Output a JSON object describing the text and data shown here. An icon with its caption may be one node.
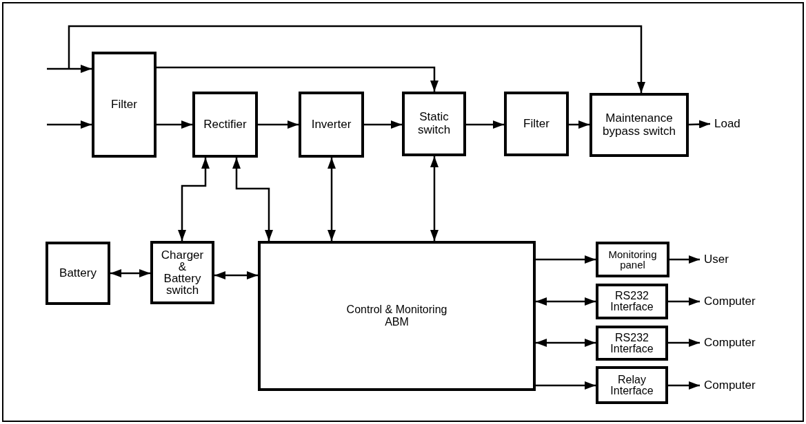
{
  "diagram": {
    "nodes": [
      {
        "text": [
          "Filter"
        ]
      },
      {
        "text": [
          "Rectifier"
        ]
      },
      {
        "text": [
          "Inverter"
        ]
      },
      {
        "text": [
          "Static switch"
        ]
      },
      {
        "text": [
          "Filter"
        ]
      },
      {
        "text": [
          "Maintenance bypass switch"
        ]
      },
      {
        "text": [
          "Load"
        ]
      },
      {
        "text": [
          "Battery"
        ]
      },
      {
        "text": [
          "Charger & Battery switch"
        ]
      },
      {
        "text": [
          "Control & Monitoring ABM"
        ]
      },
      {
        "text": [
          "Monitoring panel"
        ]
      },
      {
        "text": [
          "RS232 Interface"
        ]
      },
      {
        "text": [
          "RS232 Interface"
        ]
      },
      {
        "text": [
          "Relay Interface"
        ]
      },
      {
        "text": [
          "User"
        ]
      },
      {
        "text": [
          "Computer"
        ]
      },
      {
        "text": [
          "Computer"
        ]
      },
      {
        "text": [
          "Computer"
        ]
      }
    ],
    "edges": [
      {
        "from": null,
        "to": 0,
        "arrow": "to"
      },
      {
        "from": null,
        "to": 5,
        "arrow": "to"
      },
      {
        "from": null,
        "to": 0,
        "arrow": "to"
      },
      {
        "from": 0,
        "to": 3,
        "arrow": "to"
      },
      {
        "from": 0,
        "to": 1,
        "arrow": "to"
      },
      {
        "from": 1,
        "to": 2,
        "arrow": "to"
      },
      {
        "from": 2,
        "to": 3,
        "arrow": "to"
      },
      {
        "from": 3,
        "to": 4,
        "arrow": "to"
      },
      {
        "from": 4,
        "to": 5,
        "arrow": "to"
      },
      {
        "from": 5,
        "to": 6,
        "arrow": "to"
      },
      {
        "from": 8,
        "to": 1,
        "arrow": "both"
      },
      {
        "from": 1,
        "to": 9,
        "arrow": "both"
      },
      {
        "from": 2,
        "to": 9,
        "arrow": "both"
      },
      {
        "from": 3,
        "to": 9,
        "arrow": "both"
      },
      {
        "from": 7,
        "to": 8,
        "arrow": "both"
      },
      {
        "from": 8,
        "to": 9,
        "arrow": "both"
      },
      {
        "from": 9,
        "to": 10,
        "arrow": "to"
      },
      {
        "from": 9,
        "to": 11,
        "arrow": "both"
      },
      {
        "from": 9,
        "to": 12,
        "arrow": "both"
      },
      {
        "from": 9,
        "to": 13,
        "arrow": "to"
      },
      {
        "from": 10,
        "to": 14,
        "arrow": "to"
      },
      {
        "from": 11,
        "to": 15,
        "arrow": "to"
      },
      {
        "from": 12,
        "to": 16,
        "arrow": "to"
      },
      {
        "from": 13,
        "to": 17,
        "arrow": "to"
      }
    ]
  }
}
